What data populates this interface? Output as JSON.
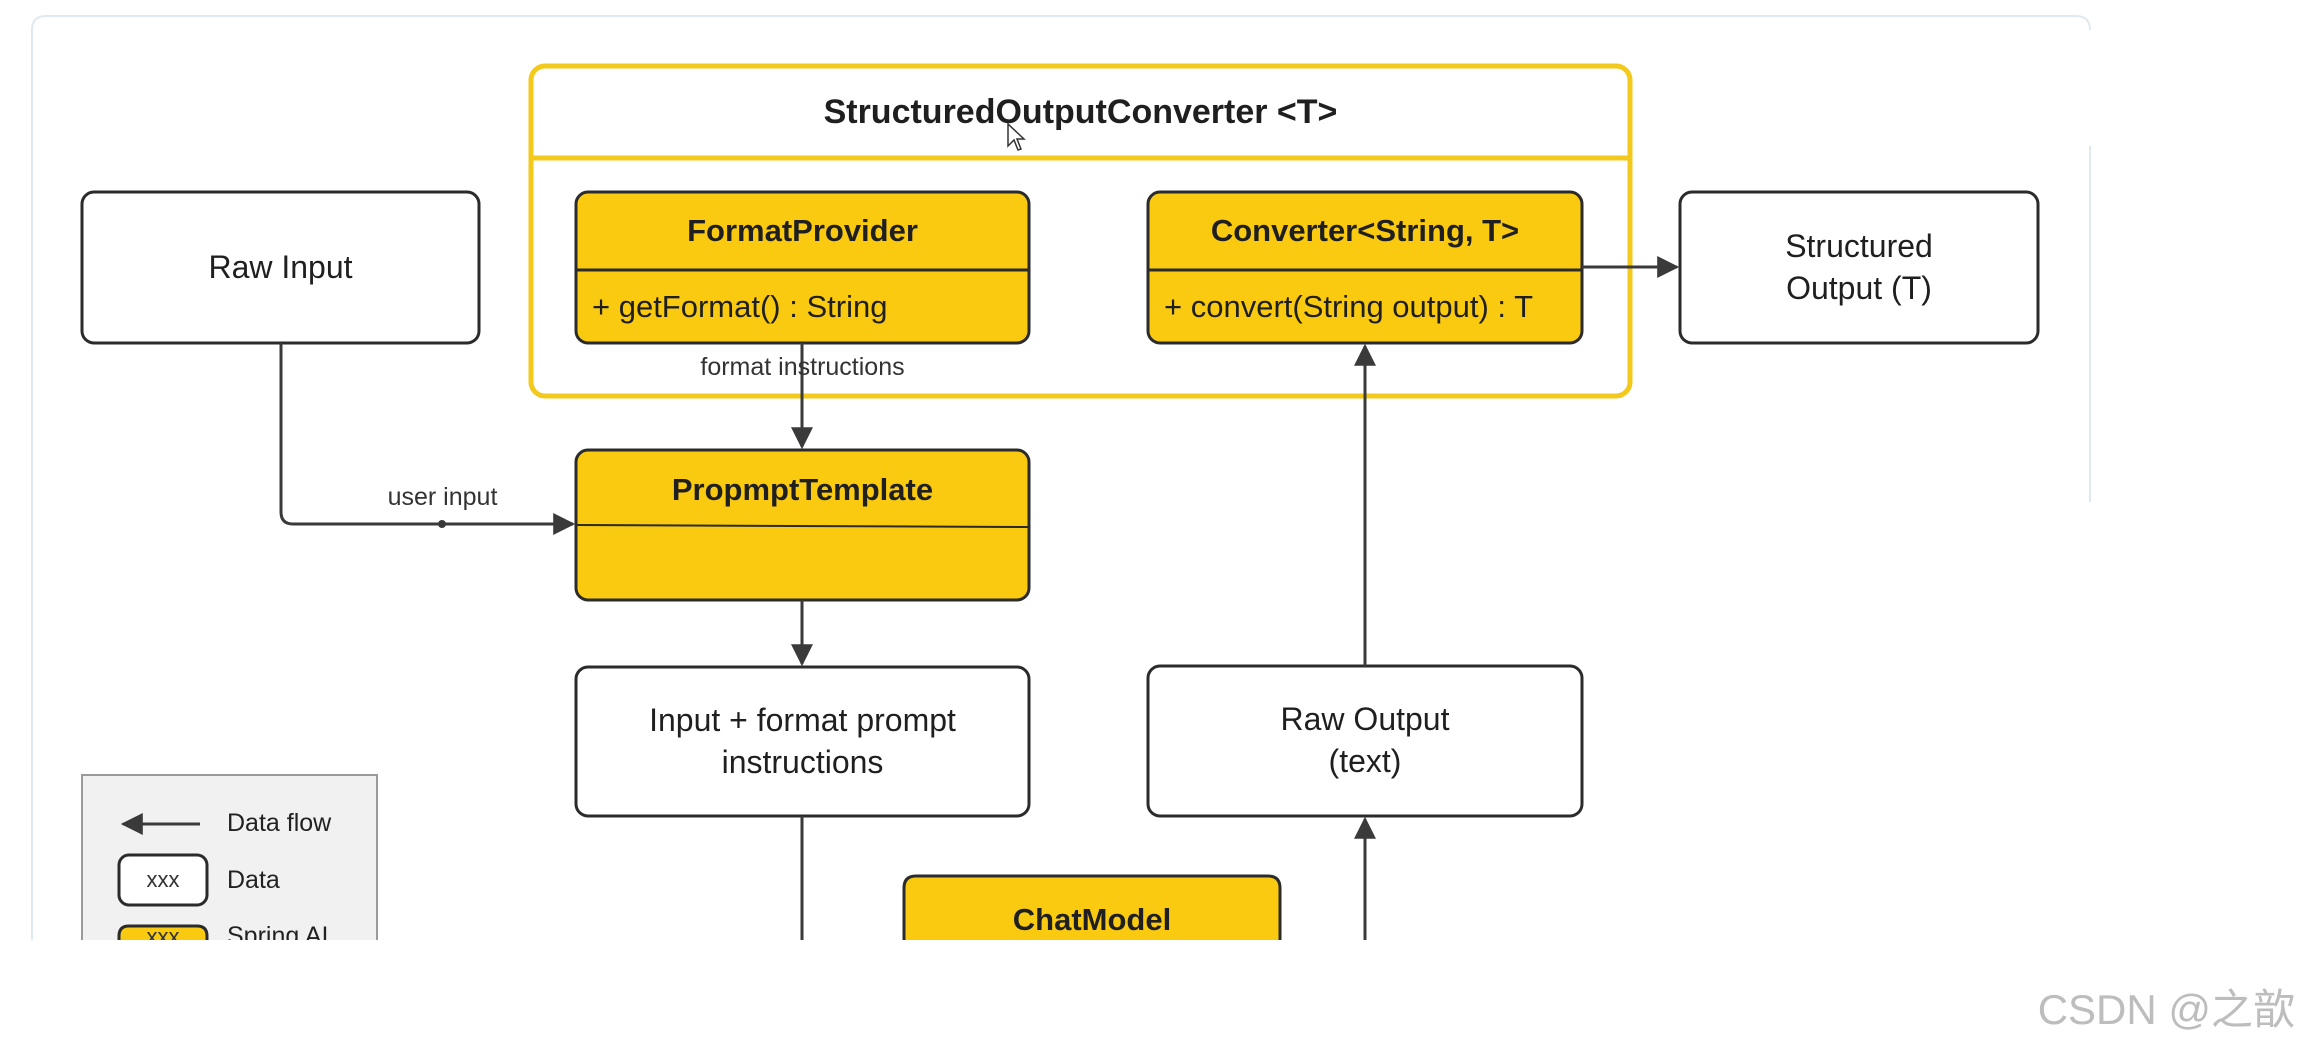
{
  "diagram": {
    "converter": {
      "title": "StructuredOutputConverter <T>"
    },
    "format_provider": {
      "title": "FormatProvider",
      "member": "+ getFormat() : String"
    },
    "converter_iface": {
      "title": "Converter<String, T>",
      "member": "+ convert(String output) : T"
    },
    "raw_input": "Raw Input",
    "structured_output": "Structured\nOutput (T)",
    "prompt_template": {
      "title": "PropmptTemplate"
    },
    "input_format": "Input + format prompt\ninstructions",
    "raw_output": "Raw Output\n(text)",
    "chat_model": {
      "title": "ChatModel"
    },
    "edges": {
      "format_instructions": "format instructions",
      "user_input": "user input"
    },
    "legend": {
      "data_flow": "Data flow",
      "data": "Data",
      "data_box_text": "xxx",
      "spring_ai": "Spring AI",
      "spring_box_text": "xxx"
    },
    "colors": {
      "spring_fill": "#F9CA10",
      "converter_border": "#F3C91B",
      "stroke": "#2b2b2b",
      "legend_bg": "#f1f1f1"
    }
  },
  "watermark": "CSDN @之歆"
}
